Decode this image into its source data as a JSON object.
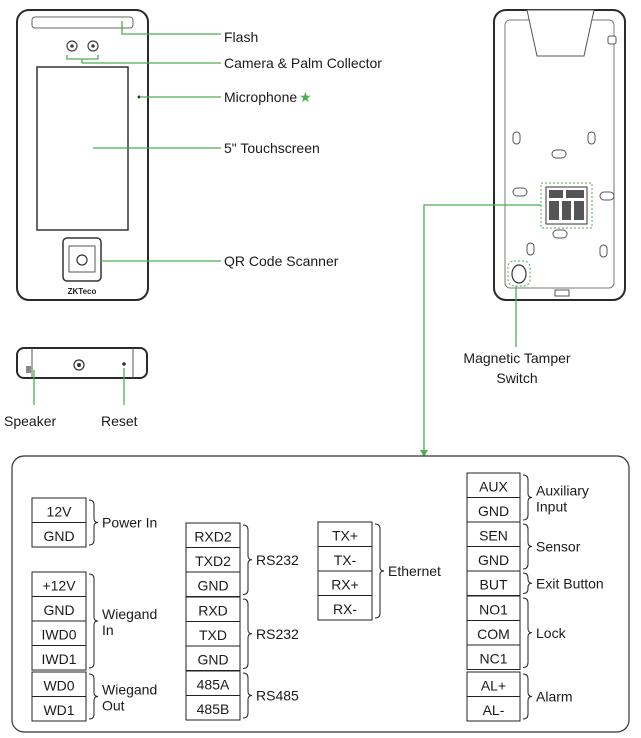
{
  "front_callouts": {
    "flash": "Flash",
    "camera": "Camera & Palm Collector",
    "microphone": "Microphone",
    "touchscreen": "5\" Touchscreen",
    "qr": "QR Code Scanner"
  },
  "microphone_star": "★",
  "side_callouts": {
    "speaker": "Speaker",
    "reset": "Reset"
  },
  "back_callout": {
    "line1": "Magnetic Tamper",
    "line2": "Switch"
  },
  "logo_text": "ZKTeco",
  "colors": {
    "callout_green": "#4caf50",
    "outline": "#2a2a2a"
  },
  "terminals": {
    "power": {
      "pins": [
        "12V",
        "GND"
      ],
      "label": "Power In"
    },
    "wiegand_in": {
      "pins": [
        "+12V",
        "GND",
        "IWD0",
        "IWD1"
      ],
      "label1": "Wiegand",
      "label2": "In"
    },
    "wiegand_out": {
      "pins": [
        "WD0",
        "WD1"
      ],
      "label1": "Wiegand",
      "label2": "Out"
    },
    "rs232_a": {
      "pins": [
        "RXD2",
        "TXD2",
        "GND"
      ],
      "label": "RS232"
    },
    "rs232_b": {
      "pins": [
        "RXD",
        "TXD",
        "GND"
      ],
      "label": "RS232"
    },
    "rs485": {
      "pins": [
        "485A",
        "485B"
      ],
      "label": "RS485"
    },
    "ethernet": {
      "pins": [
        "TX+",
        "TX-",
        "RX+",
        "RX-"
      ],
      "label": "Ethernet"
    },
    "aux": {
      "pins": [
        "AUX",
        "GND"
      ],
      "label1": "Auxiliary",
      "label2": "Input"
    },
    "sensor": {
      "pins": [
        "SEN",
        "GND"
      ],
      "label": "Sensor"
    },
    "exit": {
      "pins": [
        "BUT"
      ],
      "label": "Exit Button"
    },
    "lock": {
      "pins": [
        "NO1",
        "COM",
        "NC1"
      ],
      "label": "Lock"
    },
    "alarm": {
      "pins": [
        "AL+",
        "AL-"
      ],
      "label": "Alarm"
    }
  }
}
